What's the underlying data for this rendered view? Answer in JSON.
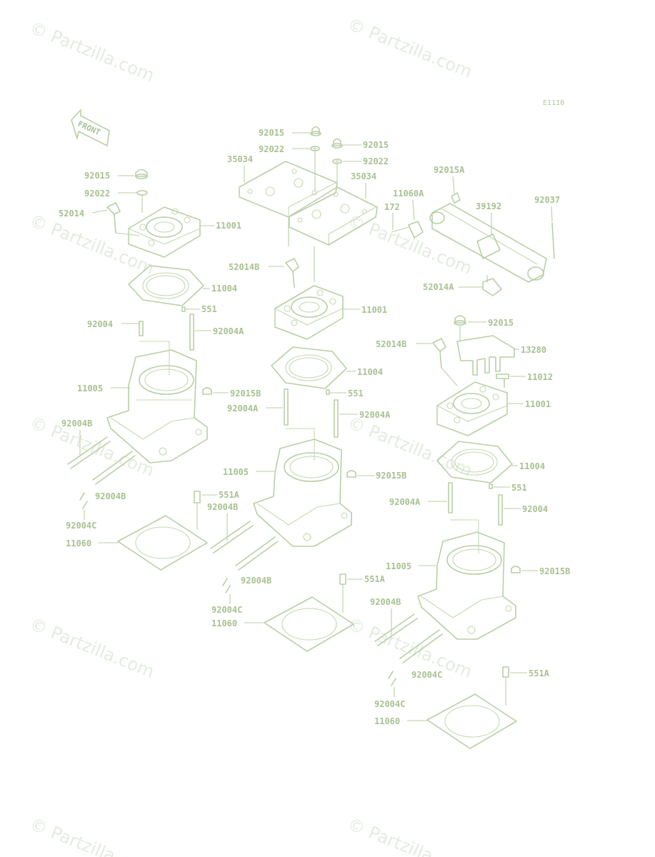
{
  "diagram": {
    "code": "E1110",
    "front_label": "FRONT",
    "watermark": "© Partzilla.com"
  },
  "callouts": {
    "c92015_top": "92015",
    "c92015_topr": "92015",
    "c92022_top": "92022",
    "c92022_topr": "92022",
    "c35034_l": "35034",
    "c35034_r": "35034",
    "c92015A": "92015A",
    "c11060A": "11060A",
    "c172": "172",
    "c39192": "39192",
    "c92037": "92037",
    "c52014A": "52014A",
    "c92015_l": "92015",
    "c92022_l": "92022",
    "c52014_l": "52014",
    "c11001_l": "11001",
    "c11004_l": "11004",
    "c92004_l": "92004",
    "c551_l": "551",
    "c92004A_l": "92004A",
    "c11005_l": "11005",
    "c92015B_l": "92015B",
    "c92004B_l1": "92004B",
    "c92004B_l2": "92004B",
    "c92004C_l": "92004C",
    "c551A_l": "551A",
    "c11060_l": "11060",
    "c52014B_m": "52014B",
    "c11001_m": "11001",
    "c11004_m": "11004",
    "c92004A_m1": "92004A",
    "c551_m": "551",
    "c92004A_m2": "92004A",
    "c11005_m": "11005",
    "c92015B_m": "92015B",
    "c92004B_m1": "92004B",
    "c92004B_m2": "92004B",
    "c92004C_m": "92004C",
    "c551A_m": "551A",
    "c11060_m": "11060",
    "c92015_r": "92015",
    "c52014B_r": "52014B",
    "c13280_r": "13280",
    "c11012_r": "11012",
    "c11001_r": "11001",
    "c11004_r": "11004",
    "c92004A_r": "92004A",
    "c551_r": "551",
    "c92004_r": "92004",
    "c11005_r": "11005",
    "c92015B_r": "92015B",
    "c92004B_r": "92004B",
    "c92004C_r1": "92004C",
    "c92004C_r2": "92004C",
    "c551A_r": "551A",
    "c11060_r": "11060"
  }
}
